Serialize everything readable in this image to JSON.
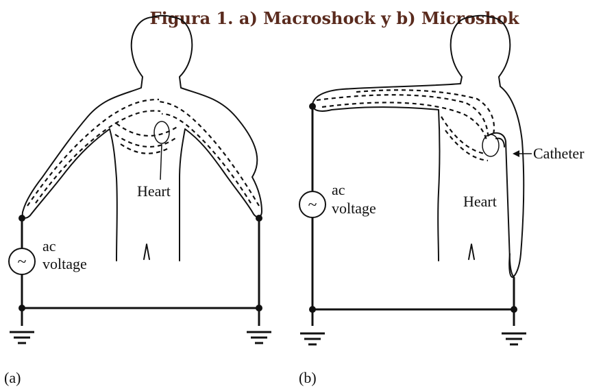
{
  "figure": {
    "title": "Figura 1. a) Macroshock y b) Microshok"
  },
  "panel_a": {
    "caption": "(a)",
    "heart_label": "Heart",
    "source_label_line1": "ac",
    "source_label_line2": "voltage",
    "source_symbol": "~"
  },
  "panel_b": {
    "caption": "(b)",
    "heart_label": "Heart",
    "catheter_label": "Catheter",
    "source_label_line1": "ac",
    "source_label_line2": "voltage",
    "source_symbol": "~"
  }
}
